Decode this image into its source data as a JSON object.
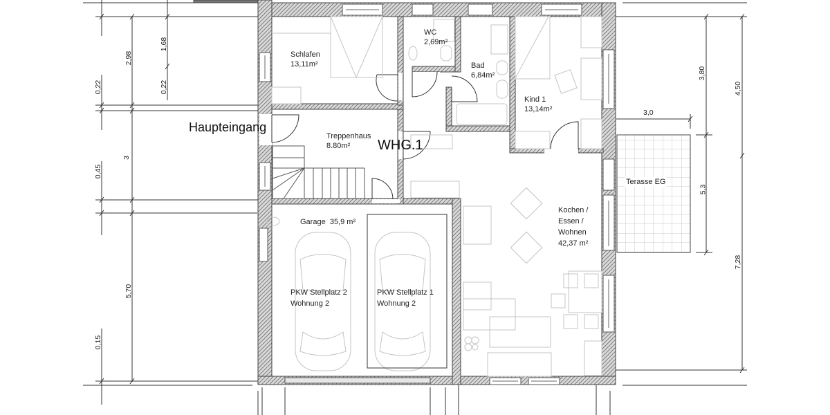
{
  "plan": {
    "title": "WHG.1",
    "entrance_label": "Haupteingang",
    "rooms": [
      {
        "id": "schlafen",
        "name": "Schlafen",
        "area": "13,11m²"
      },
      {
        "id": "wc",
        "name": "WC",
        "area": "2,69m²"
      },
      {
        "id": "bad",
        "name": "Bad",
        "area": "6,84m²"
      },
      {
        "id": "kind1",
        "name": "Kind 1",
        "area": "13,14m²"
      },
      {
        "id": "treppenhaus",
        "name": "Treppenhaus",
        "area": "8.80m²"
      },
      {
        "id": "kochen",
        "name_lines": [
          "Kochen /",
          "Essen /",
          "Wohnen"
        ],
        "area": "42,37 m²"
      },
      {
        "id": "garage",
        "name": "Garage",
        "area": "35,9 m²"
      },
      {
        "id": "terasse",
        "name": "Terasse EG"
      }
    ],
    "parking": [
      {
        "id": "stellplatz2",
        "line1": "PKW Stellplatz 2",
        "line2": "Wohnung 2"
      },
      {
        "id": "stellplatz1",
        "line1": "PKW Stellplatz 1",
        "line2": "Wohnung 2"
      }
    ],
    "dimensions": {
      "left_outer": [
        "0,22",
        "0,45",
        "0,15"
      ],
      "left_inner": [
        "2,98",
        "3",
        "5,70"
      ],
      "left_window": [
        "1,68",
        "0,22"
      ],
      "right_inner": [
        "3,80",
        "5,3"
      ],
      "right_outer": [
        "4,50",
        "7,28"
      ],
      "terrace_width": "3,0"
    },
    "colors": {
      "wall_fill": "#9a9a9a",
      "line": "#333333",
      "furniture": "#bdbdbd"
    }
  }
}
